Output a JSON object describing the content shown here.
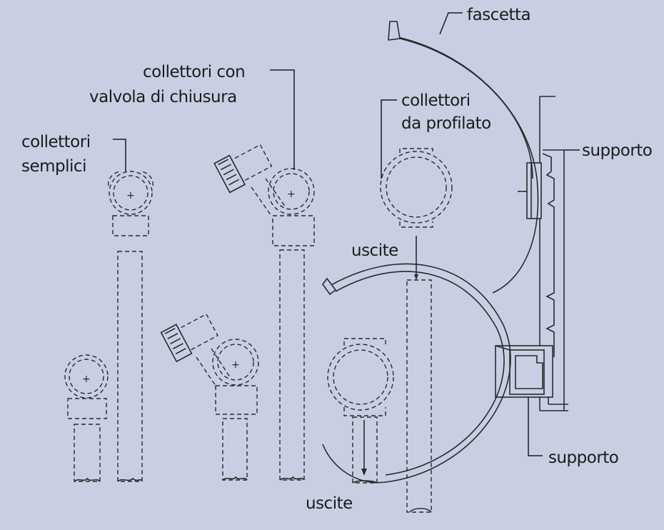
{
  "labels": {
    "fascetta": "fascetta",
    "collettori_valvola_1": "collettori con",
    "collettori_valvola_2": "valvola di chiusura",
    "collettori_profilato_1": "collettori",
    "collettori_profilato_2": "da profilato",
    "collettori_semplici_1": "collettori",
    "collettori_semplici_2": "semplici",
    "supporto_top": "supporto",
    "supporto_bottom": "supporto",
    "uscite_top": "uscite",
    "uscite_bottom": "uscite"
  },
  "colors": {
    "background": "#c9cfe3",
    "line": "#2a2a2a",
    "text": "#1b1b1b"
  }
}
